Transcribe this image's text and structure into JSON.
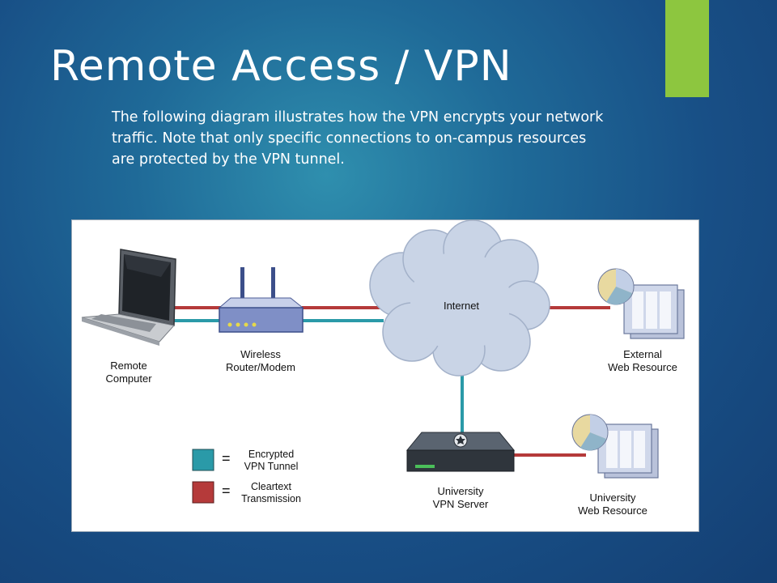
{
  "slide": {
    "title": "Remote Access / VPN",
    "body": "The following diagram illustrates how the VPN encrypts your network traffic.  Note that only specific connections to on-campus resources are protected by the VPN tunnel.",
    "accent_color": "#8dc63f"
  },
  "diagram": {
    "nodes": {
      "remote_computer": [
        "Remote",
        "Computer"
      ],
      "router": [
        "Wireless",
        "Router/Modem"
      ],
      "internet": "Internet",
      "external_web": [
        "External",
        "Web Resource"
      ],
      "vpn_server": [
        "University",
        "VPN Server"
      ],
      "university_web": [
        "University",
        "Web Resource"
      ]
    },
    "legend": {
      "encrypted": {
        "symbol": "=",
        "label": [
          "Encrypted",
          "VPN Tunnel"
        ],
        "color": "#2a9aa8"
      },
      "cleartext": {
        "symbol": "=",
        "label": [
          "Cleartext",
          "Transmission"
        ],
        "color": "#b53a3a"
      }
    },
    "colors": {
      "encrypted_line": "#2a9aa8",
      "cleartext_line": "#b53a3a"
    }
  }
}
